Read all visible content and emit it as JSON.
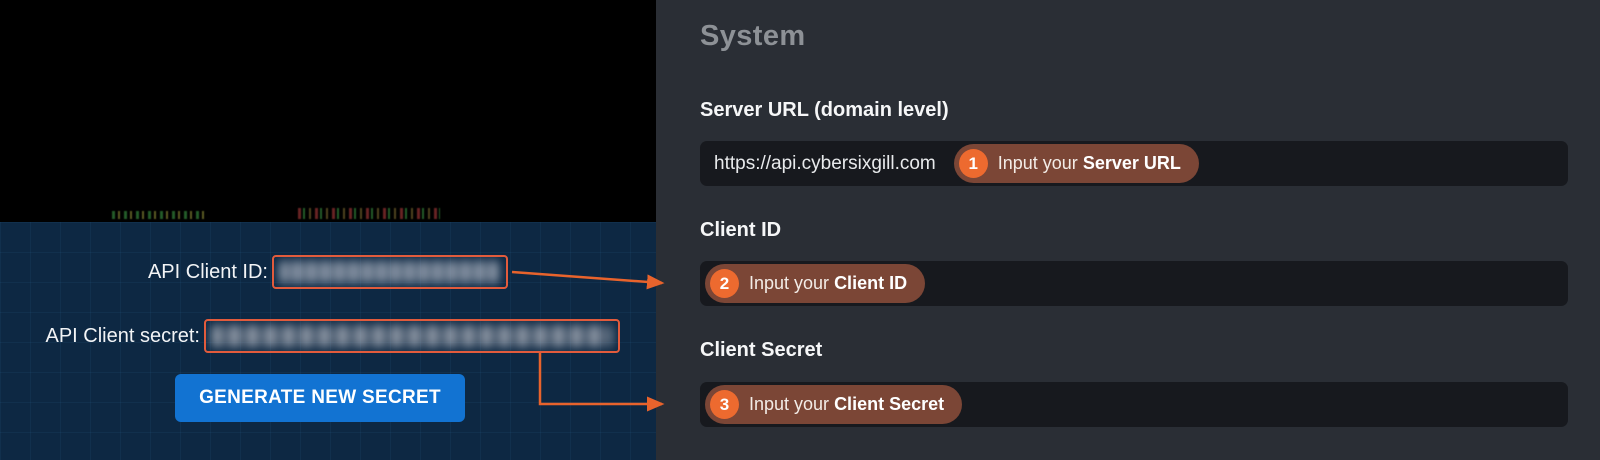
{
  "colors": {
    "accent_orange": "#ed6a2f",
    "arrow_orange": "#e8632c",
    "annotation_pill": "#7b4636",
    "button_blue": "#1273d2",
    "panel_bg": "#2a2e35",
    "input_bg": "#17191e",
    "left_bg": "#0d2843",
    "highlight_border": "#e25b3c"
  },
  "left_panel": {
    "api_client_id_label": "API Client ID:",
    "api_client_secret_label": "API Client secret:",
    "generate_button_label": "GENERATE NEW SECRET"
  },
  "system": {
    "title": "System",
    "fields": [
      {
        "label": "Server URL (domain level)",
        "value": "https://api.cybersixgill.com",
        "annotation": {
          "number": "1",
          "prefix": "Input your ",
          "bold": "Server URL"
        }
      },
      {
        "label": "Client ID",
        "value": "",
        "annotation": {
          "number": "2",
          "prefix": "Input your ",
          "bold": "Client ID"
        }
      },
      {
        "label": "Client Secret",
        "value": "",
        "annotation": {
          "number": "3",
          "prefix": "Input your ",
          "bold": "Client Secret"
        }
      }
    ]
  }
}
